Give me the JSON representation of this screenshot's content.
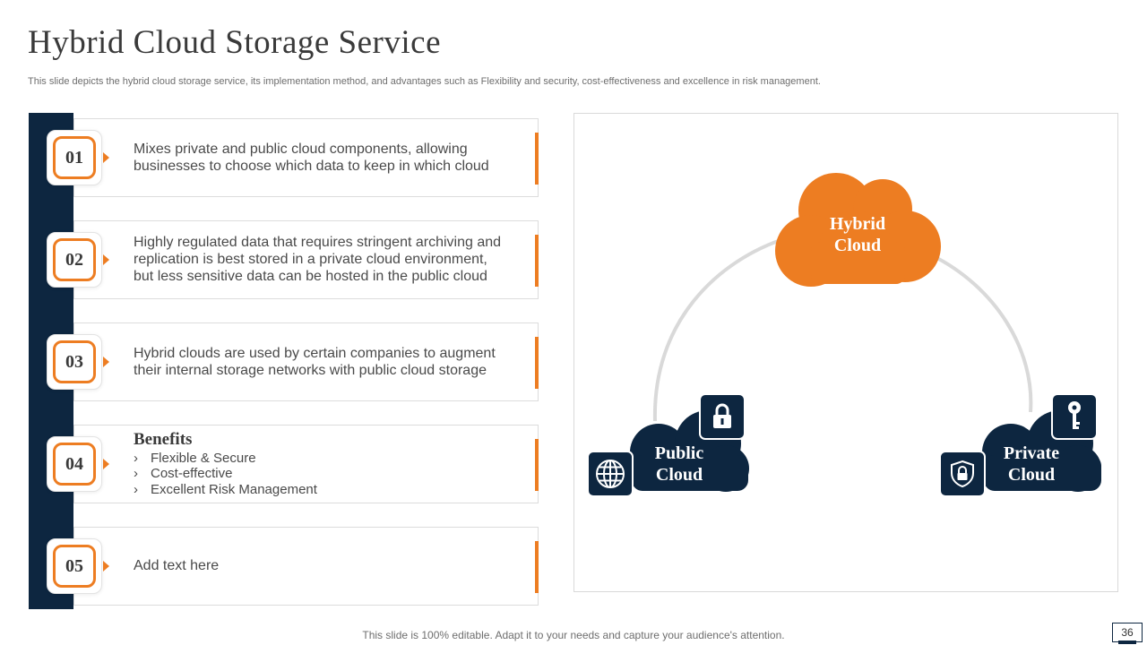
{
  "slide": {
    "title": "Hybrid Cloud Storage Service",
    "subtitle": "This slide depicts the hybrid cloud storage service, its implementation method, and advantages such as Flexibility and security, cost-effectiveness and excellence in risk management.",
    "footer": "This slide is 100% editable. Adapt it to your needs and capture your audience's attention.",
    "page_number": "36"
  },
  "items": [
    {
      "number": "01",
      "lines": [
        "Mixes private and public cloud components, allowing",
        "businesses to choose which data to keep in which cloud"
      ]
    },
    {
      "number": "02",
      "lines": [
        "Highly regulated data that requires stringent archiving and",
        "replication is best stored in a private cloud environment,",
        "but less sensitive data can be hosted in the public cloud"
      ]
    },
    {
      "number": "03",
      "lines": [
        "Hybrid clouds are used by certain companies to augment",
        "their internal storage networks with public cloud storage"
      ]
    },
    {
      "number": "04",
      "heading": "Benefits",
      "bullet_glyph": "›",
      "bullets": [
        "Flexible & Secure",
        "Cost-effective",
        "Excellent Risk Management"
      ]
    },
    {
      "number": "05",
      "lines": [
        "Add text here"
      ]
    }
  ],
  "diagram": {
    "hybrid": {
      "line1": "Hybrid",
      "line2": "Cloud"
    },
    "public": {
      "line1": "Public",
      "line2": "Cloud"
    },
    "private": {
      "line1": "Private",
      "line2": "Cloud"
    },
    "icons": [
      "lock-icon",
      "globe-icon",
      "key-icon",
      "shield-icon"
    ]
  },
  "colors": {
    "accent": "#ED7D22",
    "navy": "#0D2640",
    "text": "#404040"
  }
}
